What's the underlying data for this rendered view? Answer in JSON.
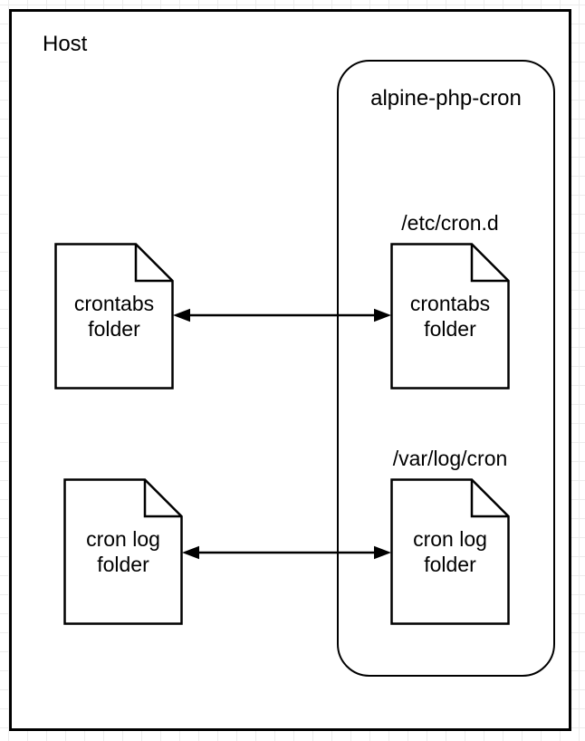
{
  "colors": {
    "stroke": "#000000",
    "fill": "#ffffff",
    "grid": "#ececec",
    "text": "#000000"
  },
  "host": {
    "label": "Host"
  },
  "container": {
    "title": "alpine-php-cron"
  },
  "docs": {
    "host_crontabs": {
      "line1": "crontabs",
      "line2": "folder"
    },
    "container_crontabs": {
      "path": "/etc/cron.d",
      "line1": "crontabs",
      "line2": "folder"
    },
    "host_cronlog": {
      "line1": "cron log",
      "line2": "folder"
    },
    "container_cronlog": {
      "path": "/var/log/cron",
      "line1": "cron log",
      "line2": "folder"
    }
  },
  "arrows": {
    "crontabs_sync": "bidirectional",
    "cronlog_sync": "bidirectional"
  }
}
